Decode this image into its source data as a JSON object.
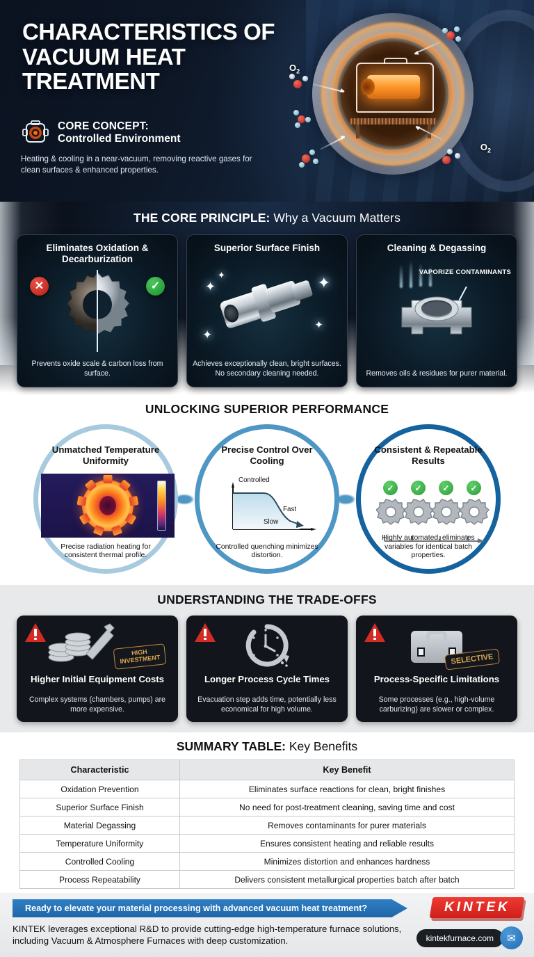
{
  "hero": {
    "title": "CHARACTERISTICS OF VACUUM HEAT TREATMENT",
    "core_concept_label": "CORE CONCEPT:",
    "core_concept_value": "Controlled Environment",
    "core_concept_body": "Heating & cooling in a near-vacuum, removing reactive gases for clean surfaces & enhanced properties.",
    "gas_label_1": "O",
    "gas_label_sub": "2",
    "gas_label_2": "O",
    "icon": "vacuum-furnace-icon"
  },
  "principle": {
    "title_bold": "THE CORE PRINCIPLE:",
    "title_rest": " Why a Vacuum Matters",
    "cards": [
      {
        "title": "Eliminates Oxidation & Decarburization",
        "caption": "Prevents oxide scale & carbon loss from surface.",
        "badge_bad": "✕",
        "badge_good": "✓"
      },
      {
        "title": "Superior Surface Finish",
        "caption": "Achieves exceptionally clean, bright surfaces. No secondary cleaning needed."
      },
      {
        "title": "Cleaning & Degassing",
        "caption": "Removes oils & residues for purer material.",
        "annotation": "VAPORIZE CONTAMINANTS"
      }
    ]
  },
  "performance": {
    "title": "UNLOCKING SUPERIOR PERFORMANCE",
    "circles": [
      {
        "title": "Unmatched Temperature Uniformity",
        "caption": "Precise radiation heating for consistent thermal profile.",
        "ring_color": "#a8cade"
      },
      {
        "title": "Precise Control Over Cooling",
        "caption": "Controlled quenching minimizes distortion.",
        "ring_color": "#4e96c4",
        "chart_labels": {
          "top": "Controlled",
          "fast": "Fast",
          "slow": "Slow"
        }
      },
      {
        "title": "Consistent & Repeatable Results",
        "caption": "Highly automated, eliminates variables for identical batch properties.",
        "ring_color": "#14629e",
        "check_count": 4
      }
    ]
  },
  "tradeoffs": {
    "title": "UNDERSTANDING THE TRADE-OFFS",
    "cards": [
      {
        "title": "Higher Initial Equipment Costs",
        "caption": "Complex systems (chambers, pumps) are more expensive.",
        "tag": "HIGH INVESTMENT",
        "icon": "coins-wrench-icon"
      },
      {
        "title": "Longer Process Cycle Times",
        "caption": "Evacuation step adds time, potentially less economical for high volume.",
        "icon": "clock-icon"
      },
      {
        "title": "Process-Specific Limitations",
        "caption": "Some processes (e.g., high-volume carburizing) are slower or complex.",
        "tag": "SELECTIVE",
        "icon": "toolbox-icon"
      }
    ]
  },
  "summary": {
    "title_bold": "SUMMARY TABLE:",
    "title_rest": " Key Benefits",
    "columns": [
      "Characteristic",
      "Key Benefit"
    ],
    "rows": [
      [
        "Oxidation Prevention",
        "Eliminates surface reactions for clean, bright finishes"
      ],
      [
        "Superior Surface Finish",
        "No need for post-treatment cleaning, saving time and cost"
      ],
      [
        "Material Degassing",
        "Removes contaminants for purer materials"
      ],
      [
        "Temperature Uniformity",
        "Ensures consistent heating and reliable results"
      ],
      [
        "Controlled Cooling",
        "Minimizes distortion and enhances hardness"
      ],
      [
        "Process Repeatability",
        "Delivers consistent metallurgical properties batch after batch"
      ]
    ]
  },
  "footer": {
    "cta": "Ready to elevate your material processing with advanced vacuum heat treatment?",
    "copy": "KINTEK leverages exceptional R&D to provide cutting-edge high-temperature furnace solutions, including Vacuum & Atmosphere Furnaces with deep customization.",
    "brand": "KINTEK",
    "url": "kintekfurnace.com",
    "mail_icon": "✉"
  },
  "colors": {
    "brand_red": "#ee3b33",
    "cta_blue": "#2f7fc4",
    "dark_card": "#12161c",
    "warning_red": "#d42b25",
    "good_green": "#2e9b3c"
  }
}
